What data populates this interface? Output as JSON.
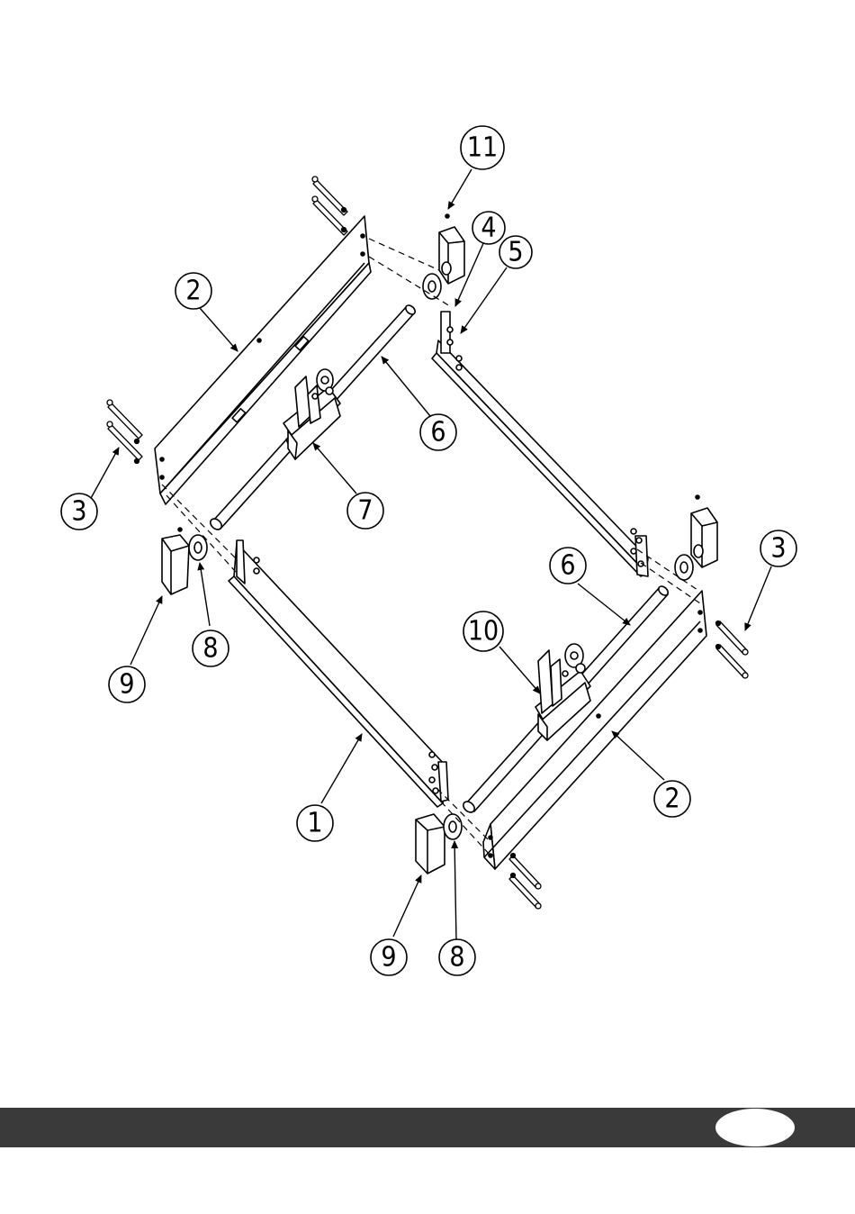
{
  "diagram": {
    "callouts": [
      {
        "id": "c11",
        "label": "11"
      },
      {
        "id": "c4",
        "label": "4"
      },
      {
        "id": "c5",
        "label": "5"
      },
      {
        "id": "c2a",
        "label": "2"
      },
      {
        "id": "c6a",
        "label": "6"
      },
      {
        "id": "c3a",
        "label": "3"
      },
      {
        "id": "c7",
        "label": "7"
      },
      {
        "id": "c9a",
        "label": "9"
      },
      {
        "id": "c8a",
        "label": "8"
      },
      {
        "id": "c6b",
        "label": "6"
      },
      {
        "id": "c3b",
        "label": "3"
      },
      {
        "id": "c10",
        "label": "10"
      },
      {
        "id": "c2b",
        "label": "2"
      },
      {
        "id": "c1",
        "label": "1"
      },
      {
        "id": "c9b",
        "label": "9"
      },
      {
        "id": "c8b",
        "label": "8"
      }
    ]
  },
  "footer": {
    "bar_color": "#3a3a3a",
    "page_number": ""
  }
}
